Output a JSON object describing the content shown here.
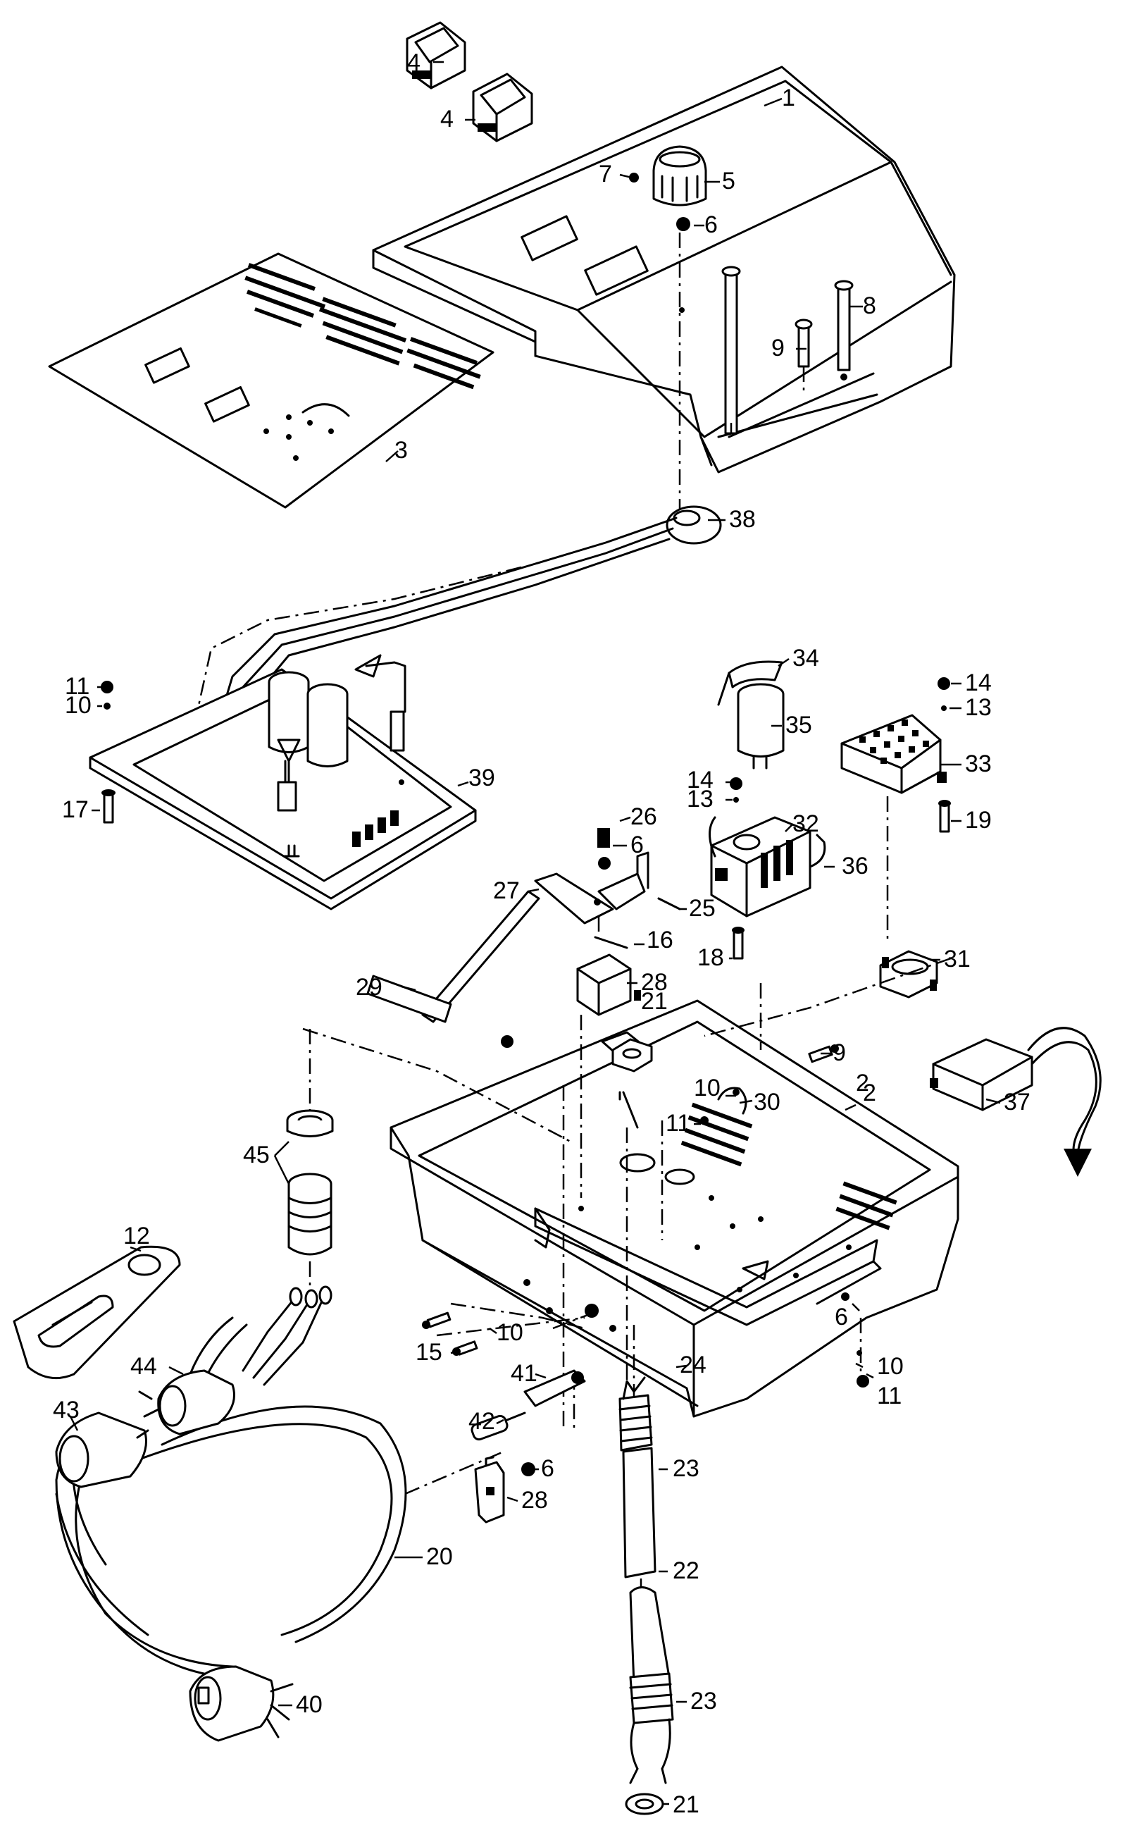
{
  "callouts": [
    "1",
    "2",
    "3",
    "4",
    "4",
    "5",
    "6",
    "7",
    "8",
    "9",
    "38",
    "11",
    "10",
    "17",
    "39",
    "34",
    "35",
    "14",
    "13",
    "14",
    "13",
    "33",
    "19",
    "26",
    "6",
    "27",
    "25",
    "32",
    "36",
    "16",
    "18",
    "29",
    "28",
    "31",
    "21",
    "9",
    "10",
    "30",
    "2",
    "11",
    "37",
    "45",
    "12",
    "44",
    "43",
    "15",
    "10",
    "41",
    "42",
    "24",
    "6",
    "10",
    "11",
    "6",
    "28",
    "23",
    "20",
    "22",
    "23",
    "40",
    "21"
  ]
}
